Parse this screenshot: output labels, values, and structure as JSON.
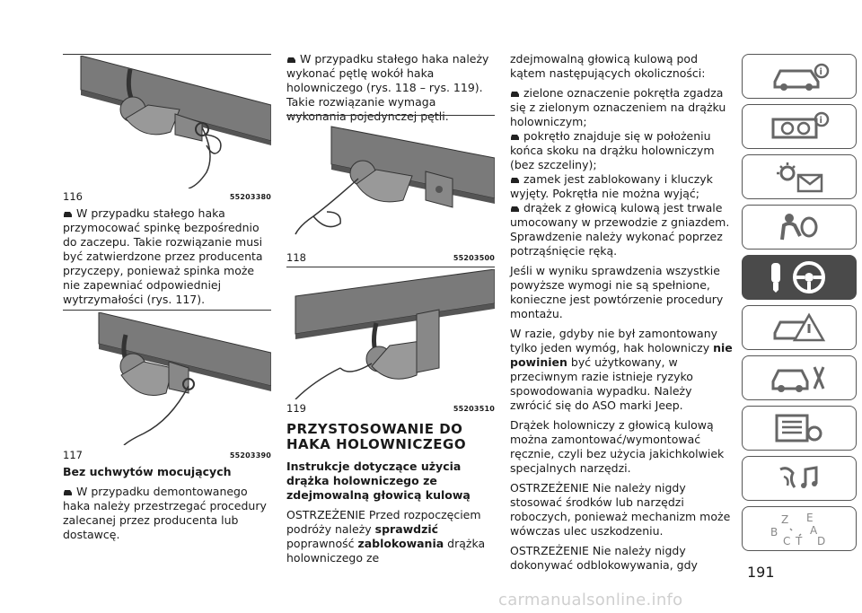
{
  "figures": {
    "f116": {
      "num": "116",
      "code": "55203380"
    },
    "f117": {
      "num": "117",
      "code": "55203390"
    },
    "f118": {
      "num": "118",
      "code": "55203500"
    },
    "f119": {
      "num": "119",
      "code": "55203510"
    }
  },
  "col1": {
    "p1": "W przypadku stałego haka przymocować spinkę bezpośrednio do zaczepu. Takie rozwiązanie musi być zatwierdzone przez producenta przyczepy, ponieważ spinka może nie zapewniać odpowiedniej wytrzymałości (rys. 117).",
    "heading": "Bez uchwytów mocujących",
    "p2": "W przypadku demontowanego haka należy przestrzegać procedury zalecanej przez producenta lub dostawcę."
  },
  "col2": {
    "p1": "W przypadku stałego haka należy wykonać pętlę wokół haka holowniczego (rys. 118 – rys. 119). Takie rozwiązanie wymaga wykonania pojedynczej pętli.",
    "section_title": "PRZYSTOSOWANIE DO HAKA HOLOWNICZEGO",
    "subtitle": "Instrukcje dotyczące użycia drążka holowniczego ze zdejmowalną głowicą kulową",
    "p2_a": "OSTRZEŻENIE Przed rozpoczęciem podróży należy ",
    "p2_b": "sprawdzić",
    "p2_c": " poprawność ",
    "p2_d": "zablokowania",
    "p2_e": " drążka holowniczego ze"
  },
  "col3": {
    "p1": "zdejmowalną głowicą kulową pod kątem następujących okoliczności:",
    "b1": "zielone oznaczenie pokrętła zgadza się z zielonym oznaczeniem na drążku holowniczym;",
    "b2": "pokrętło znajduje się w położeniu końca skoku na drążku holowniczym (bez szczeliny);",
    "b3": "zamek jest zablokowany i kluczyk wyjęty. Pokrętła nie można wyjąć;",
    "b4": "drążek z głowicą kulową jest trwale umocowany w przewodzie z gniazdem. Sprawdzenie należy wykonać poprzez potrząśnięcie ręką.",
    "p2": "Jeśli w wyniku sprawdzenia wszystkie powyższe wymogi nie są spełnione, konieczne jest powtórzenie procedury montażu.",
    "p3_a": "W razie, gdyby nie był zamontowany tylko jeden wymóg, hak holowniczy ",
    "p3_b": "nie powinien",
    "p3_c": " być użytkowany, w przeciwnym razie istnieje ryzyko spowodowania wypadku. Należy zwrócić się do ASO marki Jeep.",
    "p4": "Drążek holowniczy z głowicą kulową można zamontować/wymontować ręcznie, czyli bez użycia jakichkolwiek specjalnych narzędzi.",
    "p5": "OSTRZEŻENIE Nie należy nigdy stosować środków lub narzędzi roboczych, ponieważ mechanizm może wówczas ulec uszkodzeniu.",
    "p6": "OSTRZEŻENIE Nie należy nigdy dokonywać odblokowywania, gdy"
  },
  "sidebar": {
    "tabs": [
      {
        "icon": "car-info-icon"
      },
      {
        "icon": "dashboard-icon"
      },
      {
        "icon": "lights-message-icon"
      },
      {
        "icon": "safety-airbag-icon"
      },
      {
        "icon": "key-steering-wheel-icon",
        "active": true
      },
      {
        "icon": "car-emergency-icon"
      },
      {
        "icon": "car-service-icon"
      },
      {
        "icon": "specifications-icon"
      },
      {
        "icon": "multimedia-icon"
      },
      {
        "icon": "index-letters-icon",
        "letters": [
          "Z",
          "E",
          "B",
          "A",
          "C",
          "T",
          "D"
        ]
      }
    ]
  },
  "page_number": "191",
  "watermark": "carmanualsonline.info"
}
